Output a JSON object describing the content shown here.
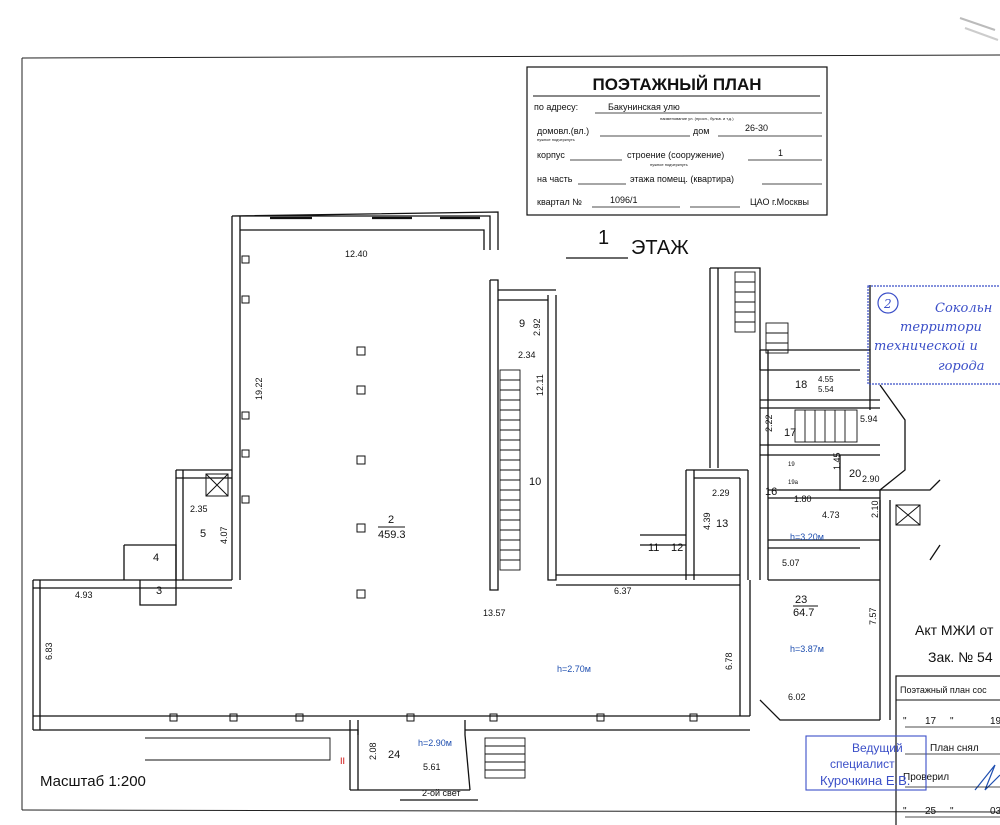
{
  "title_block": {
    "title": "ПОЭТАЖНЫЙ ПЛАН",
    "address_label": "по адресу:",
    "address_value": "Бакунинская улю",
    "address_hint": "наименование ул. (просп., бульв. и т.д.)",
    "house_label": "домовл.(вл.)",
    "house_hint": "нужное подчеркнуть",
    "dom_label": "дом",
    "dom_value": "26-30",
    "korpus_label": "корпус",
    "stroenie_label": "строение (сооружение)",
    "stroenie_value": "1",
    "stroenie_hint": "нужное подчеркнуть",
    "part_label": "на часть",
    "floor_label": "этажа помещ. (квартира)",
    "kvartal_label": "квартал №",
    "kvartal_value": "1096/1",
    "district": "ЦАО г.Москвы"
  },
  "floor": {
    "number": "1",
    "label": "ЭТАЖ"
  },
  "scale": "Масштаб 1:200",
  "rooms": {
    "r2": {
      "num": "2",
      "area": "459.3"
    },
    "r3": "3",
    "r4": "4",
    "r5": "5",
    "r9": "9",
    "r10": "10",
    "r11": "11",
    "r12": "12",
    "r13": "13",
    "r16": "16",
    "r17": "17",
    "r18": "18",
    "r19": "19",
    "r19a": "19а",
    "r20": "20",
    "r23": {
      "num": "23",
      "area": "64.7"
    },
    "r24": "24"
  },
  "dims": {
    "d1240": "12.40",
    "d1922": "19.22",
    "d235": "2.35",
    "d407": "4.07",
    "d493": "4.93",
    "d683": "6.83",
    "d1357": "13.57",
    "d637": "6.37",
    "d678": "6.78",
    "d292": "2.92",
    "d234": "2.34",
    "d1211": "12.11",
    "d229": "2.29",
    "d439": "4.39",
    "d455": "4.55",
    "d554": "5.54",
    "d222": "2.22",
    "d594": "5.94",
    "d145": "1.45",
    "d290": "2.90",
    "d180": "1.80",
    "d473": "4.73",
    "d210": "2.10",
    "d507": "5.07",
    "d757": "7.57",
    "d602": "6.02",
    "d208": "2.08",
    "d561": "5.61"
  },
  "heights": {
    "h270": "h=2.70м",
    "h320": "h=3.20м",
    "h387": "h=3.87м",
    "h290": "h=2.90м"
  },
  "notes": {
    "second_light": "2-ой свет",
    "mark_ii": "II"
  },
  "stamp": {
    "num": "2",
    "line1": "Сокольн",
    "line2": "территори",
    "line3": "технической и",
    "line4": "города"
  },
  "act": {
    "line1": "Акт МЖИ от",
    "line2": "Зак. № 54"
  },
  "side_block": {
    "title": "Поэтажный план сос",
    "date1_day": "17",
    "date1_year": "19",
    "made_by": "План снял",
    "checked_by": "Проверил",
    "date2_day": "25",
    "date2_year": "03"
  },
  "signature_stamp": {
    "line1": "Ведущий",
    "line2": "специалист",
    "line3": "Курочкина Е.В."
  }
}
